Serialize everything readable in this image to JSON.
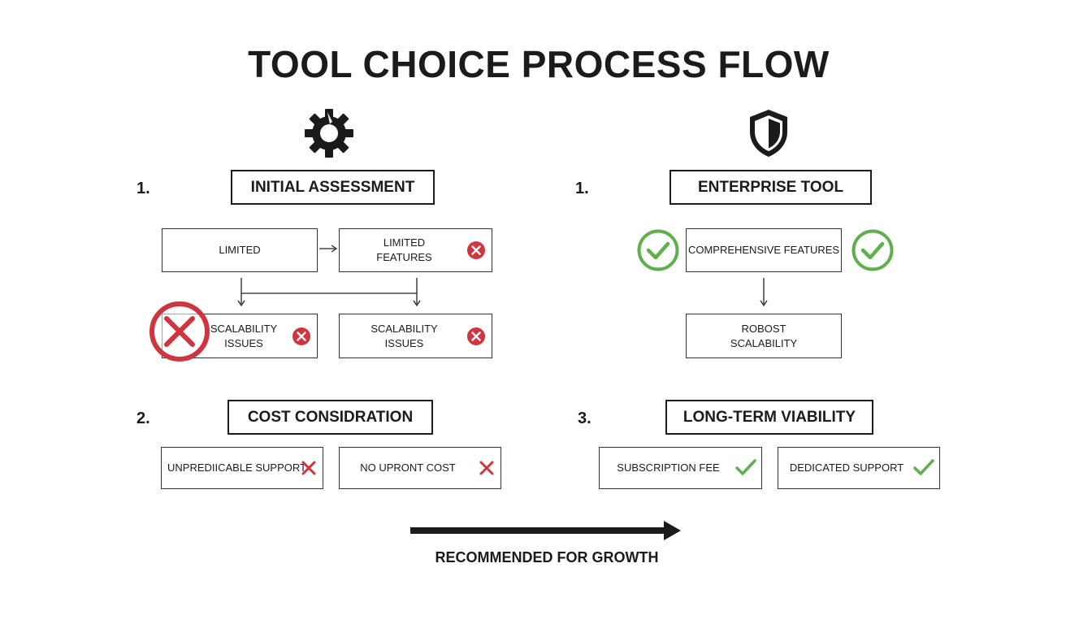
{
  "title": "TOOL CHOICE PROCESS FLOW",
  "left": {
    "step1_number": "1.",
    "step1_title": "INITIAL ASSESSMENT",
    "box_limited": "LIMITED",
    "box_limited_features": "LIMITED\nFEATURES",
    "box_scalability_a": "SCALABILITY\nISSUES",
    "box_scalability_b": "SCALABILITY\nISSUES",
    "step2_number": "2.",
    "step2_title": "COST CONSIDRATION",
    "box_unpredictable": "UNPREDIICABLE SUPPORT",
    "box_no_upfront": "NO UPRONT COST"
  },
  "right": {
    "step1_number": "1.",
    "step1_title": "ENTERPRISE TOOL",
    "box_comprehensive": "COMPREHENSIVE FEATURES",
    "box_robust": "ROBOST\nSCALABILITY",
    "step3_number": "3.",
    "step3_title": "LONG-TERM VIABILITY",
    "box_subscription": "SUBSCRIPTION FEE",
    "box_dedicated": "DEDICATED SUPPORT"
  },
  "footer": {
    "label": "RECOMMENDED FOR GROWTH"
  },
  "icons": {
    "left_header": "gear-icon",
    "right_header": "shield-icon",
    "negative": "x-mark-icon",
    "positive": "checkmark-icon"
  },
  "colors": {
    "negative": "#d0343c",
    "positive": "#5db04a",
    "ink": "#1b1b1b"
  }
}
